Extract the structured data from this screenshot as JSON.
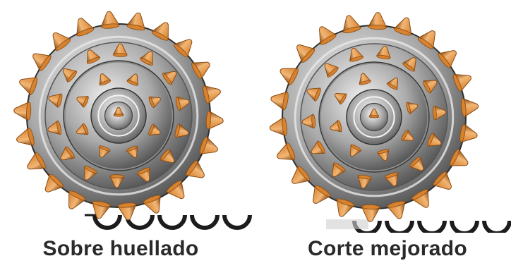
{
  "panels": [
    {
      "id": "left",
      "caption": "Sobre huellado",
      "pattern": "overlap"
    },
    {
      "id": "right",
      "caption": "Corte mejorado",
      "pattern": "spaced"
    }
  ],
  "colors": {
    "cone_light": "#f2b675",
    "cone_mid": "#d6822f",
    "cone_dark": "#8a4b12",
    "steel_light": "#f4f4f4",
    "steel_mid": "#a9a9a9",
    "steel_dark": "#3f3f3f",
    "track": "#1c1c1c"
  }
}
